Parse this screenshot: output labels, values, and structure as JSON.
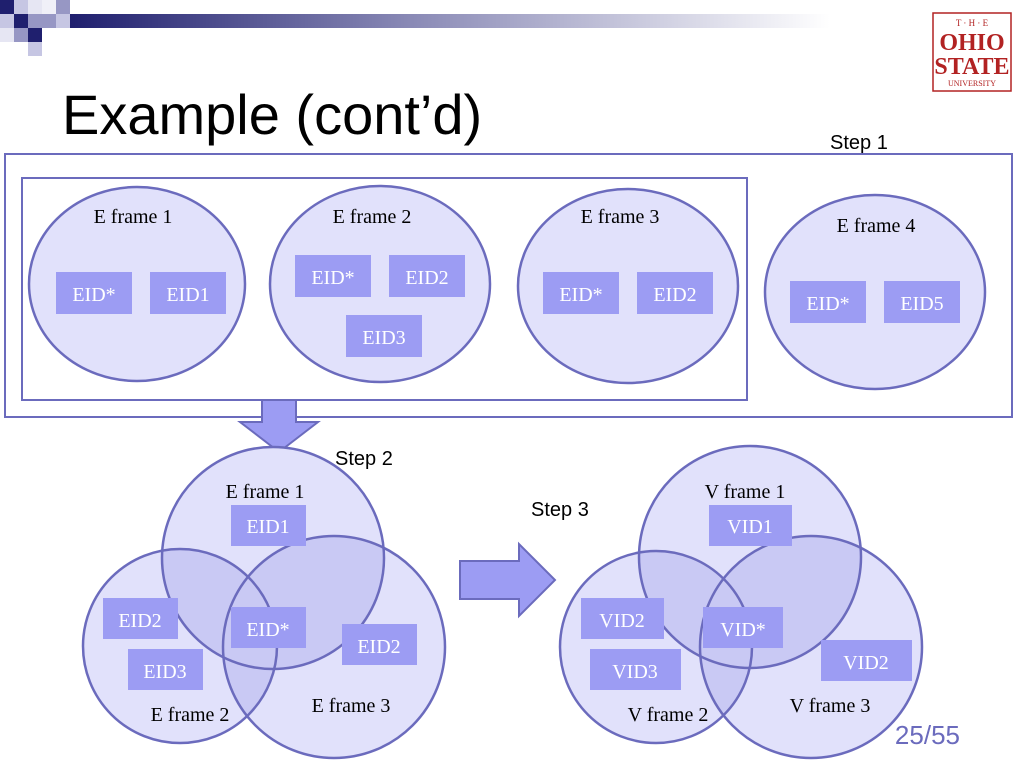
{
  "slide": {
    "title": "Example (cont’d)",
    "page_number": "25/55",
    "logo": {
      "the": "T · H · E",
      "ohio": "OHIO",
      "state": "STATE",
      "university": "UNIVERSITY"
    },
    "colors": {
      "fill": "#e1e1fb",
      "stroke": "#6b6bbd",
      "label_box": "#9c9cf3",
      "overlap": "#c9c9f4",
      "header_band": "#1f1f6e",
      "logo": "#b22222"
    }
  },
  "steps": {
    "step1": "Step 1",
    "step2": "Step 2",
    "step3": "Step 3"
  },
  "step1": {
    "frames": [
      {
        "title": "E frame 1",
        "boxes": [
          "EID*",
          "EID1"
        ]
      },
      {
        "title": "E frame 2",
        "boxes": [
          "EID*",
          "EID2",
          "EID3"
        ]
      },
      {
        "title": "E frame 3",
        "boxes": [
          "EID*",
          "EID2"
        ]
      },
      {
        "title": "E frame 4",
        "boxes": [
          "EID*",
          "EID5"
        ]
      }
    ]
  },
  "venn_e": {
    "labels": [
      "E frame 1",
      "E frame 2",
      "E frame 3"
    ],
    "boxes": [
      "EID1",
      "EID2",
      "EID3",
      "EID*",
      "EID2"
    ]
  },
  "venn_v": {
    "labels": [
      "V frame 1",
      "V frame 2",
      "V frame 3"
    ],
    "boxes": [
      "VID1",
      "VID2",
      "VID3",
      "VID*",
      "VID2"
    ]
  }
}
